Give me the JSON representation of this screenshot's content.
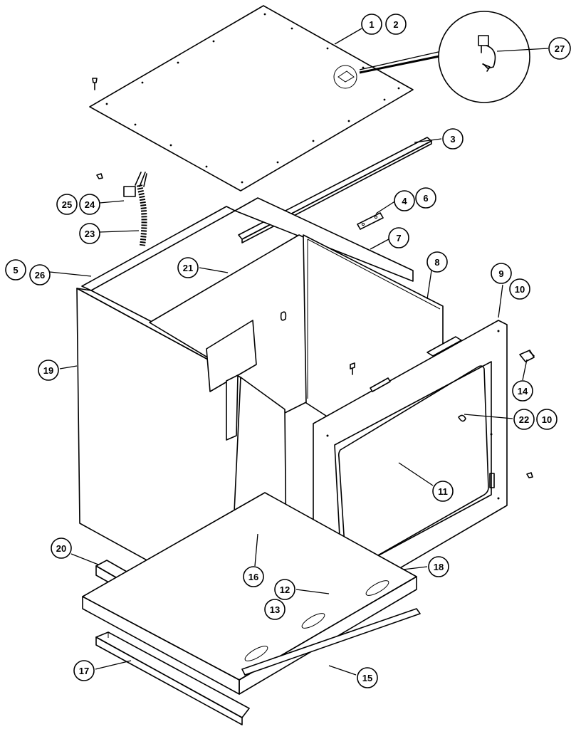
{
  "callouts": [
    {
      "id": "c1",
      "label": "1"
    },
    {
      "id": "c2",
      "label": "2"
    },
    {
      "id": "c27",
      "label": "27"
    },
    {
      "id": "c3",
      "label": "3"
    },
    {
      "id": "c4",
      "label": "4"
    },
    {
      "id": "c6",
      "label": "6"
    },
    {
      "id": "c7",
      "label": "7"
    },
    {
      "id": "c8",
      "label": "8"
    },
    {
      "id": "c9",
      "label": "9"
    },
    {
      "id": "c10a",
      "label": "10"
    },
    {
      "id": "c25",
      "label": "25"
    },
    {
      "id": "c24",
      "label": "24"
    },
    {
      "id": "c23",
      "label": "23"
    },
    {
      "id": "c5",
      "label": "5"
    },
    {
      "id": "c26",
      "label": "26"
    },
    {
      "id": "c21",
      "label": "21"
    },
    {
      "id": "c19",
      "label": "19"
    },
    {
      "id": "c14",
      "label": "14"
    },
    {
      "id": "c22",
      "label": "22"
    },
    {
      "id": "c10b",
      "label": "10"
    },
    {
      "id": "c11",
      "label": "11"
    },
    {
      "id": "c20",
      "label": "20"
    },
    {
      "id": "c16",
      "label": "16"
    },
    {
      "id": "c12",
      "label": "12"
    },
    {
      "id": "c13",
      "label": "13"
    },
    {
      "id": "c18",
      "label": "18"
    },
    {
      "id": "c17",
      "label": "17"
    },
    {
      "id": "c15",
      "label": "15"
    }
  ]
}
